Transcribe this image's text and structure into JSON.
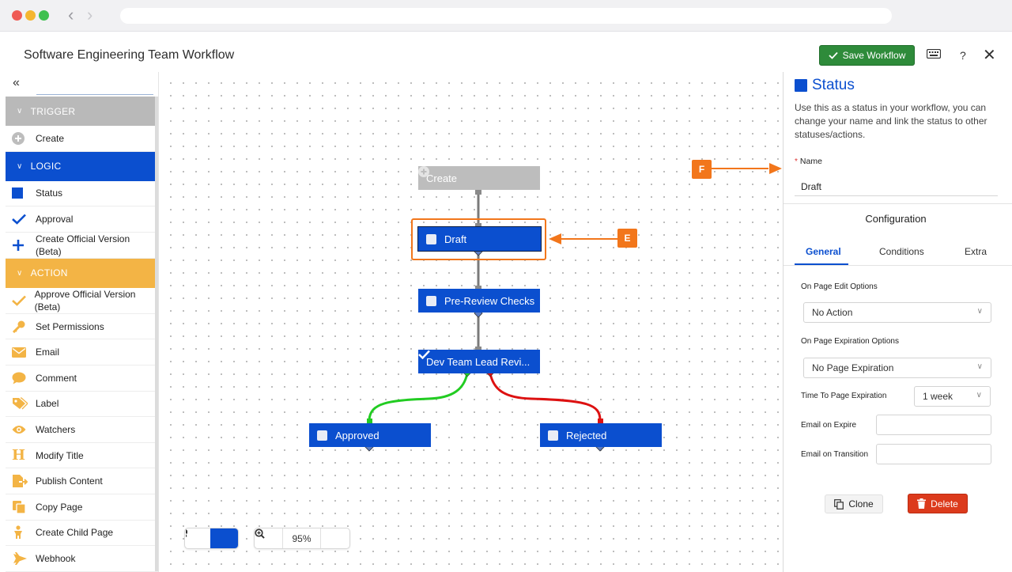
{
  "browser": {
    "back_glyph": "‹",
    "forward_glyph": "›"
  },
  "header": {
    "title": "Software Engineering Team Workflow",
    "save_label": "Save Workflow",
    "icons": [
      "keyboard-icon",
      "help-icon",
      "close-icon"
    ]
  },
  "palette": {
    "search_placeholder": "",
    "sections": {
      "trigger": "TRIGGER",
      "logic": "LOGIC",
      "action": "ACTION"
    },
    "trigger_items": [
      {
        "label": "Create",
        "icon": "plus-circle-icon"
      }
    ],
    "logic_items": [
      {
        "label": "Status",
        "icon": "square-icon"
      },
      {
        "label": "Approval",
        "icon": "check-icon"
      },
      {
        "label": "Create Official Version (Beta)",
        "icon": "plus-icon"
      }
    ],
    "action_items": [
      {
        "label": "Approve Official Version (Beta)",
        "icon": "check-icon"
      },
      {
        "label": "Set Permissions",
        "icon": "key-icon"
      },
      {
        "label": "Email",
        "icon": "envelope-icon"
      },
      {
        "label": "Comment",
        "icon": "comment-icon"
      },
      {
        "label": "Label",
        "icon": "tag-icon"
      },
      {
        "label": "Watchers",
        "icon": "eye-icon"
      },
      {
        "label": "Modify Title",
        "icon": "heading-icon"
      },
      {
        "label": "Publish Content",
        "icon": "file-export-icon"
      },
      {
        "label": "Copy Page",
        "icon": "copy-icon"
      },
      {
        "label": "Create Child Page",
        "icon": "child-icon"
      },
      {
        "label": "Webhook",
        "icon": "plane-icon"
      }
    ]
  },
  "canvas": {
    "nodes": {
      "create": "Create",
      "draft": "Draft",
      "pre_review": "Pre-Review Checks",
      "dev_lead": "Dev Team Lead Revi...",
      "approved": "Approved",
      "rejected": "Rejected"
    },
    "annotations": {
      "e": "E",
      "f": "F"
    },
    "zoom": "95%",
    "colors": {
      "node_blue": "#0b4fcf",
      "approve_edge": "#22cc22",
      "reject_edge": "#dd1111",
      "annotation": "#f2761b"
    }
  },
  "panel": {
    "title": "Status",
    "description": "Use this as a status in your workflow, you can change your name and link the status to other statuses/actions.",
    "name_label": "Name",
    "name_value": "Draft",
    "config_title": "Configuration",
    "tabs": [
      "General",
      "Conditions",
      "Extra"
    ],
    "fields": {
      "page_edit_label": "On Page Edit Options",
      "page_edit_value": "No Action",
      "page_expiration_label": "On Page Expiration Options",
      "page_expiration_value": "No Page Expiration",
      "time_to_expiration_label": "Time To Page Expiration",
      "time_to_expiration_value": "1 week",
      "email_on_expire_label": "Email on Expire",
      "email_on_transition_label": "Email on Transition"
    },
    "clone_label": "Clone",
    "delete_label": "Delete"
  }
}
